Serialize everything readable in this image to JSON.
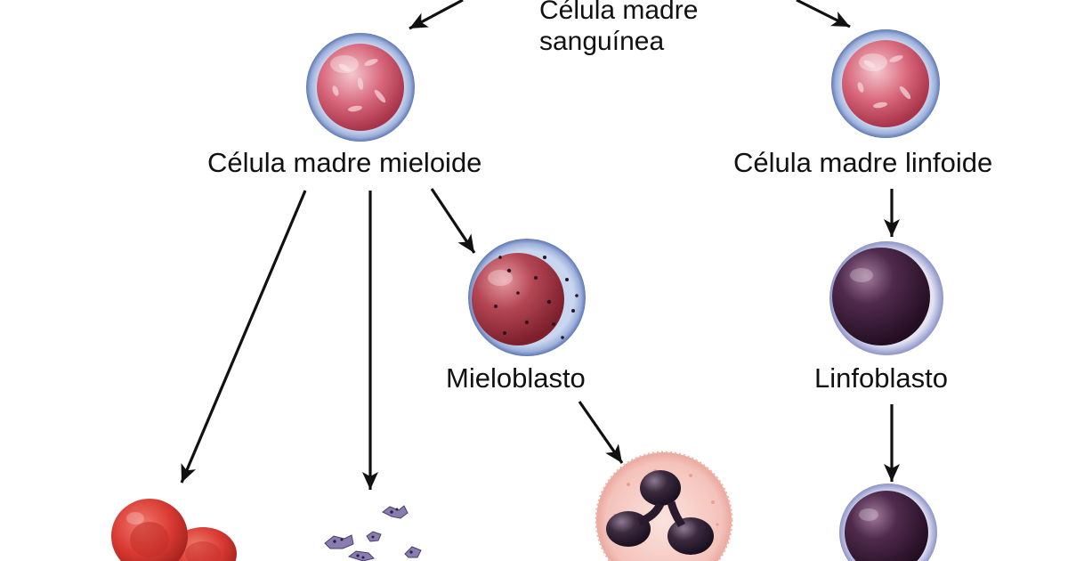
{
  "diagram": {
    "blood_stem_cell": {
      "line1": "Célula madre",
      "line2": "sanguínea"
    },
    "myeloid_stem_cell": {
      "label": "Célula madre mieloide"
    },
    "lymphoid_stem_cell": {
      "label": "Célula madre linfoide"
    },
    "myeloblast": {
      "label": "Mieloblasto"
    },
    "lymphoblast": {
      "label": "Linfoblasto"
    }
  },
  "colors": {
    "arrow": "#111111",
    "stem_nucleus": "#c9455a",
    "stem_membrane": "#7f94c6",
    "myeloblast_nucleus": "#9e2f3e",
    "lymphoblast_nucleus": "#3a1a38",
    "red_blood_cell": "#d93a33",
    "granulocyte_cytoplasm": "#f6cfc8",
    "platelet": "#7a6aa0"
  },
  "icons": [
    "blood-stem-cell-icon",
    "myeloid-stem-cell-icon",
    "lymphoid-stem-cell-icon",
    "myeloblast-icon",
    "lymphoblast-icon",
    "red-blood-cell-icon",
    "platelets-icon",
    "granulocyte-icon",
    "lymphocyte-icon"
  ]
}
